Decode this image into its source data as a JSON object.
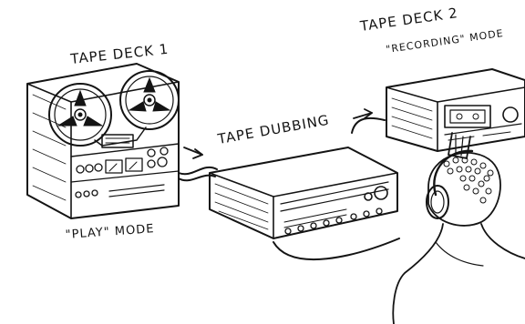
{
  "labels": {
    "deck1_title": "TAPE DECK 1",
    "deck1_mode": "\"PLAY\" MODE",
    "dubbing": "TAPE DUBBING",
    "deck2_title": "TAPE DECK 2",
    "deck2_mode": "\"RECORDING\" MODE"
  },
  "colors": {
    "ink": "#141414",
    "paper": "#ffffff"
  }
}
